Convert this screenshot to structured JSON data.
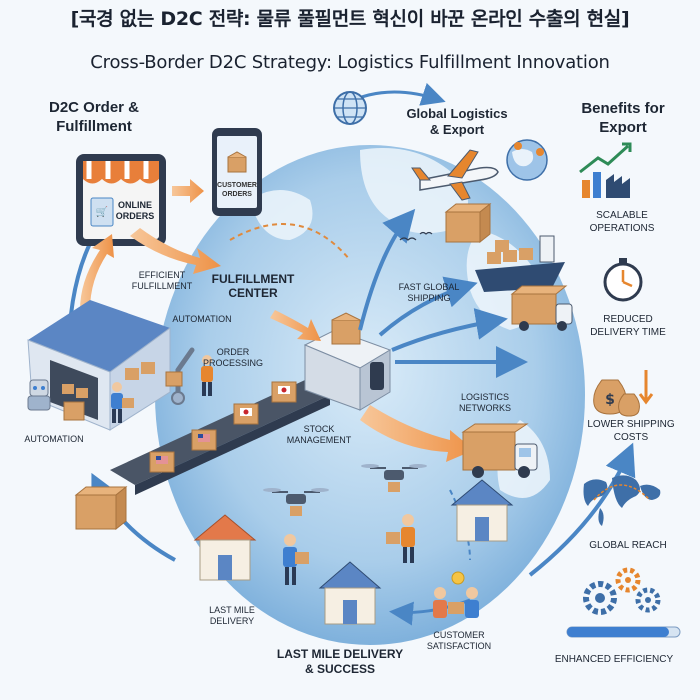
{
  "title_ko": "[국경 없는 D2C 전략: 물류 풀필먼트 혁신이 바꾼 온라인 수출의 현실]",
  "title_en": "Cross-Border D2C Strategy: Logistics Fulfillment Innovation",
  "sections": {
    "d2c_line1": "D2C Order &",
    "d2c_line2": "Fulfillment",
    "global_line1": "Global Logistics",
    "global_line2": "& Export",
    "benefits_line1": "Benefits for",
    "benefits_line2": "Export",
    "fulfillment_line1": "FULFILLMENT",
    "fulfillment_line2": "CENTER",
    "lastmile_line1": "LAST MILE DELIVERY",
    "lastmile_line2": "& SUCCESS"
  },
  "labels": {
    "online_orders_1": "ONLINE",
    "online_orders_2": "ORDERS",
    "customer_orders_1": "CUSTOMER",
    "customer_orders_2": "ORDERS",
    "efficient_1": "EFFICIENT",
    "efficient_2": "FULFILLMENT",
    "automation_top": "AUTOMATION",
    "automation_left": "AUTOMATION",
    "order_processing_1": "ORDER",
    "order_processing_2": "PROCESSING",
    "stock_1": "STOCK",
    "stock_2": "MANAGEMENT",
    "fast_1": "FAST GLOBAL",
    "fast_2": "SHIPPING",
    "networks_1": "LOGISTICS",
    "networks_2": "NETWORKS",
    "lastmile_small_1": "LAST MILE",
    "lastmile_small_2": "DELIVERY",
    "satisfaction_1": "CUSTOMER",
    "satisfaction_2": "SATISFACTION"
  },
  "benefits": [
    {
      "line1": "SCALABLE",
      "line2": "OPERATIONS",
      "icon": "growth-chart-icon"
    },
    {
      "line1": "REDUCED",
      "line2": "DELIVERY TIME",
      "icon": "stopwatch-icon"
    },
    {
      "line1": "LOWER SHIPPING",
      "line2": "COSTS",
      "icon": "money-bags-icon"
    },
    {
      "line1": "GLOBAL REACH",
      "line2": "",
      "icon": "world-map-icon"
    },
    {
      "line1": "ENHANCED EFFICIENCY",
      "line2": "",
      "icon": "gears-icon"
    }
  ],
  "colors": {
    "globe": "#a9cdea",
    "arrow_orange": "#f0a15a",
    "arrow_blue": "#4a86c5",
    "box": "#d9a066",
    "roof_blue": "#5b86c4",
    "roof_orange": "#e3794a"
  }
}
